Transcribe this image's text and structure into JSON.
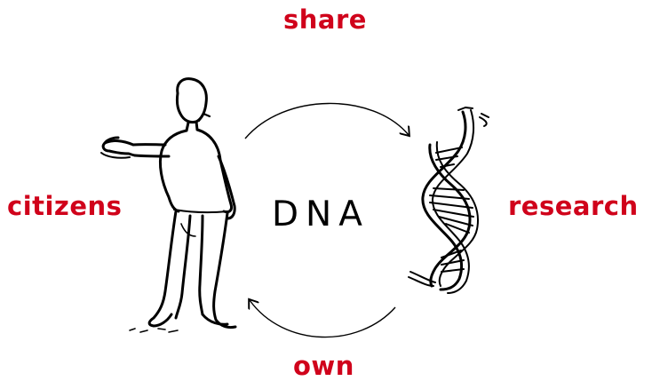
{
  "labels": {
    "top": "share",
    "left": "citizens",
    "right": "research",
    "bottom": "own",
    "center": "DNA"
  },
  "colors": {
    "label": "#d0021b",
    "ink": "#000000",
    "background": "#ffffff"
  },
  "icons": {
    "person": "person-shrug-illustration",
    "dna": "dna-double-helix-illustration",
    "arrow_top": "curved-arrow-right-icon",
    "arrow_bottom": "curved-arrow-left-icon"
  }
}
